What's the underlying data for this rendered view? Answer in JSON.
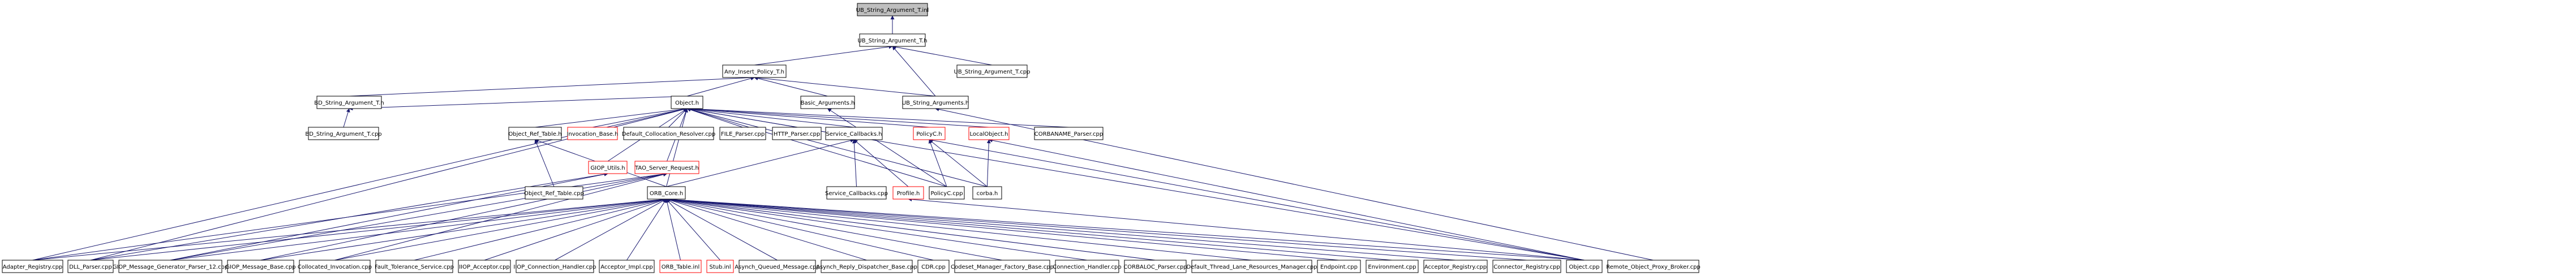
{
  "colors": {
    "background": "#ffffff",
    "edge": "#191970",
    "root_fill": "#bfbfbf",
    "node_border": "#000000",
    "incomplete_border": "#ff0000"
  },
  "graph": {
    "nodes": [
      {
        "id": "n_root",
        "label": "UB_String_Argument_T.inl",
        "root": true
      },
      {
        "id": "n_ubh",
        "label": "UB_String_Argument_T.h"
      },
      {
        "id": "n_any",
        "label": "Any_Insert_Policy_T.h"
      },
      {
        "id": "n_ubcpp",
        "label": "UB_String_Argument_T.cpp"
      },
      {
        "id": "n_bdh",
        "label": "BD_String_Argument_T.h"
      },
      {
        "id": "n_objh",
        "label": "Object.h"
      },
      {
        "id": "n_basic",
        "label": "Basic_Arguments.h"
      },
      {
        "id": "n_ubargs",
        "label": "UB_String_Arguments.h"
      },
      {
        "id": "n_bdcpp",
        "label": "BD_String_Argument_T.cpp"
      },
      {
        "id": "n_ortable",
        "label": "Object_Ref_Table.h"
      },
      {
        "id": "n_invbase",
        "label": "Invocation_Base.h",
        "red": true
      },
      {
        "id": "n_defcoll",
        "label": "Default_Collocation_Resolver.cpp"
      },
      {
        "id": "n_filep",
        "label": "FILE_Parser.cpp"
      },
      {
        "id": "n_httpp",
        "label": "HTTP_Parser.cpp"
      },
      {
        "id": "n_svccb",
        "label": "Service_Callbacks.h"
      },
      {
        "id": "n_policyc",
        "label": "PolicyC.h",
        "red": true
      },
      {
        "id": "n_localobj",
        "label": "LocalObject.h",
        "red": true
      },
      {
        "id": "n_corbaname",
        "label": "CORBANAME_Parser.cpp"
      },
      {
        "id": "n_giop",
        "label": "GIOP_Utils.h",
        "red": true
      },
      {
        "id": "n_taosrv",
        "label": "TAO_Server_Request.h",
        "red": true
      },
      {
        "id": "n_ortcpp",
        "label": "Object_Ref_Table.cpp"
      },
      {
        "id": "n_orbcore",
        "label": "ORB_Core.h"
      },
      {
        "id": "n_svccbcpp",
        "label": "Service_Callbacks.cpp"
      },
      {
        "id": "n_profile",
        "label": "Profile.h",
        "red": true
      },
      {
        "id": "n_policyccpp",
        "label": "PolicyC.cpp"
      },
      {
        "id": "n_corbah",
        "label": "corba.h"
      },
      {
        "id": "n_adapter",
        "label": "Adapter_Registry.cpp"
      },
      {
        "id": "n_dll",
        "label": "DLL_Parser.cpp"
      },
      {
        "id": "n_giopgen",
        "label": "GIOP_Message_Generator_Parser_12.cpp"
      },
      {
        "id": "n_giopbase",
        "label": "GIOP_Message_Base.cpp"
      },
      {
        "id": "n_collinv",
        "label": "Collocated_Invocation.cpp"
      },
      {
        "id": "n_fault",
        "label": "Fault_Tolerance_Service.cpp"
      },
      {
        "id": "n_iiopacc",
        "label": "IIOP_Acceptor.cpp"
      },
      {
        "id": "n_iiopconn",
        "label": "IIOP_Connection_Handler.cpp"
      },
      {
        "id": "n_accimpl",
        "label": "Acceptor_Impl.cpp"
      },
      {
        "id": "n_orbtable",
        "label": "ORB_Table.inl",
        "red": true
      },
      {
        "id": "n_stub",
        "label": "Stub.inl",
        "red": true
      },
      {
        "id": "n_asyncq",
        "label": "Asynch_Queued_Message.cpp"
      },
      {
        "id": "n_asyncr",
        "label": "Asynch_Reply_Dispatcher_Base.cpp"
      },
      {
        "id": "n_cdr",
        "label": "CDR.cpp"
      },
      {
        "id": "n_codeset",
        "label": "Codeset_Manager_Factory_Base.cpp"
      },
      {
        "id": "n_connh",
        "label": "Connection_Handler.cpp"
      },
      {
        "id": "n_corbaloc",
        "label": "CORBALOC_Parser.cpp"
      },
      {
        "id": "n_defthread",
        "label": "Default_Thread_Lane_Resources_Manager.cpp"
      },
      {
        "id": "n_endpoint",
        "label": "Endpoint.cpp"
      },
      {
        "id": "n_env",
        "label": "Environment.cpp"
      },
      {
        "id": "n_accreg",
        "label": "Acceptor_Registry.cpp"
      },
      {
        "id": "n_connreg",
        "label": "Connector_Registry.cpp"
      },
      {
        "id": "n_objcpp",
        "label": "Object.cpp"
      },
      {
        "id": "n_remote",
        "label": "Remote_Object_Proxy_Broker.cpp"
      }
    ],
    "edges": [
      [
        "n_ubh",
        "n_root"
      ],
      [
        "n_any",
        "n_ubh"
      ],
      [
        "n_ubcpp",
        "n_ubh"
      ],
      [
        "n_ubargs",
        "n_ubh"
      ],
      [
        "n_bdh",
        "n_any"
      ],
      [
        "n_objh",
        "n_any"
      ],
      [
        "n_basic",
        "n_any"
      ],
      [
        "n_ubargs",
        "n_any"
      ],
      [
        "n_bdcpp",
        "n_bdh"
      ],
      [
        "n_objh",
        "n_bdh"
      ],
      [
        "n_ortable",
        "n_objh"
      ],
      [
        "n_invbase",
        "n_objh"
      ],
      [
        "n_defcoll",
        "n_objh"
      ],
      [
        "n_filep",
        "n_objh"
      ],
      [
        "n_httpp",
        "n_objh"
      ],
      [
        "n_svccb",
        "n_objh"
      ],
      [
        "n_policyc",
        "n_objh"
      ],
      [
        "n_localobj",
        "n_objh"
      ],
      [
        "n_corbaname",
        "n_objh"
      ],
      [
        "n_taosrv",
        "n_objh"
      ],
      [
        "n_giop",
        "n_objh"
      ],
      [
        "n_orbcore",
        "n_objh"
      ],
      [
        "n_adapter",
        "n_objh"
      ],
      [
        "n_dll",
        "n_objh"
      ],
      [
        "n_objcpp",
        "n_objh"
      ],
      [
        "n_corbah",
        "n_objh"
      ],
      [
        "n_policyccpp",
        "n_objh"
      ],
      [
        "n_policyccpp",
        "n_basic"
      ],
      [
        "n_remote",
        "n_ubargs"
      ],
      [
        "n_ortcpp",
        "n_ortable"
      ],
      [
        "n_orbcore",
        "n_ortable"
      ],
      [
        "n_svccbcpp",
        "n_svccb"
      ],
      [
        "n_orbcore",
        "n_svccb"
      ],
      [
        "n_profile",
        "n_svccb"
      ],
      [
        "n_policyccpp",
        "n_policyc"
      ],
      [
        "n_corbah",
        "n_policyc"
      ],
      [
        "n_objcpp",
        "n_policyc"
      ],
      [
        "n_corbah",
        "n_localobj"
      ],
      [
        "n_objcpp",
        "n_localobj"
      ],
      [
        "n_giopgen",
        "n_giop"
      ],
      [
        "n_dll",
        "n_giop"
      ],
      [
        "n_giopbase",
        "n_taosrv"
      ],
      [
        "n_collinv",
        "n_taosrv"
      ],
      [
        "n_giopgen",
        "n_taosrv"
      ],
      [
        "n_adapter",
        "n_taosrv"
      ],
      [
        "n_objcpp",
        "n_profile"
      ],
      [
        "n_adapter",
        "n_orbcore"
      ],
      [
        "n_dll",
        "n_orbcore"
      ],
      [
        "n_giopgen",
        "n_orbcore"
      ],
      [
        "n_giopbase",
        "n_orbcore"
      ],
      [
        "n_collinv",
        "n_orbcore"
      ],
      [
        "n_fault",
        "n_orbcore"
      ],
      [
        "n_iiopacc",
        "n_orbcore"
      ],
      [
        "n_iiopconn",
        "n_orbcore"
      ],
      [
        "n_accimpl",
        "n_orbcore"
      ],
      [
        "n_orbtable",
        "n_orbcore"
      ],
      [
        "n_stub",
        "n_orbcore"
      ],
      [
        "n_asyncq",
        "n_orbcore"
      ],
      [
        "n_asyncr",
        "n_orbcore"
      ],
      [
        "n_cdr",
        "n_orbcore"
      ],
      [
        "n_codeset",
        "n_orbcore"
      ],
      [
        "n_connh",
        "n_orbcore"
      ],
      [
        "n_corbaloc",
        "n_orbcore"
      ],
      [
        "n_defthread",
        "n_orbcore"
      ],
      [
        "n_endpoint",
        "n_orbcore"
      ],
      [
        "n_env",
        "n_orbcore"
      ],
      [
        "n_accreg",
        "n_orbcore"
      ],
      [
        "n_connreg",
        "n_orbcore"
      ],
      [
        "n_objcpp",
        "n_orbcore"
      ]
    ]
  }
}
